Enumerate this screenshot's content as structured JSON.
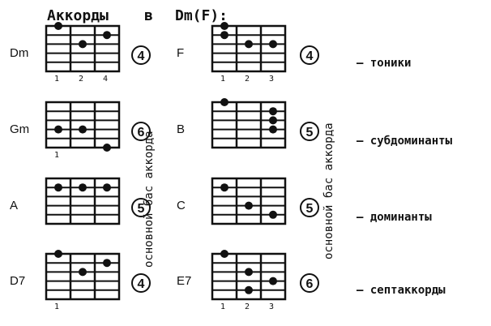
{
  "header": {
    "left": "Аккорды",
    "mid": "в",
    "key": "Dm(F):"
  },
  "vertical_label": "основной бас аккорда",
  "functions": [
    "– тоники",
    "– субдоминанты",
    "– доминанты",
    "– септаккорды"
  ],
  "chords": [
    {
      "name": "Dm",
      "bass": "4",
      "col": "left",
      "row": 0,
      "dots": [
        [
          0,
          1
        ],
        [
          1,
          3
        ],
        [
          2,
          2
        ]
      ],
      "fingers": [
        "1",
        "2",
        "4"
      ]
    },
    {
      "name": "Gm",
      "bass": "6",
      "col": "left",
      "row": 1,
      "dots": [
        [
          0,
          4
        ],
        [
          1,
          4
        ],
        [
          2,
          6
        ]
      ],
      "fingers": [
        "1"
      ]
    },
    {
      "name": "A",
      "bass": "5",
      "col": "left",
      "row": 2,
      "dots": [
        [
          0,
          2
        ],
        [
          1,
          2
        ],
        [
          2,
          2
        ]
      ],
      "fingers": []
    },
    {
      "name": "D7",
      "bass": "4",
      "col": "left",
      "row": 3,
      "dots": [
        [
          0,
          1
        ],
        [
          1,
          3
        ],
        [
          2,
          2
        ]
      ],
      "fingers": [
        "1"
      ]
    },
    {
      "name": "F",
      "bass": "4",
      "col": "right",
      "row": 0,
      "dots": [
        [
          0,
          1
        ],
        [
          0,
          2
        ],
        [
          1,
          3
        ],
        [
          2,
          3
        ]
      ],
      "fingers": [
        "1",
        "2",
        "3"
      ]
    },
    {
      "name": "B",
      "bass": "5",
      "col": "right",
      "row": 1,
      "dots": [
        [
          0,
          1
        ],
        [
          2,
          2
        ],
        [
          2,
          3
        ],
        [
          2,
          4
        ]
      ],
      "fingers": []
    },
    {
      "name": "C",
      "bass": "5",
      "col": "right",
      "row": 2,
      "dots": [
        [
          0,
          2
        ],
        [
          1,
          4
        ],
        [
          2,
          5
        ]
      ],
      "fingers": []
    },
    {
      "name": "E7",
      "bass": "6",
      "col": "right",
      "row": 3,
      "dots": [
        [
          0,
          1
        ],
        [
          1,
          3
        ],
        [
          1,
          5
        ],
        [
          2,
          4
        ]
      ],
      "fingers": [
        "1",
        "2",
        "3"
      ]
    }
  ]
}
